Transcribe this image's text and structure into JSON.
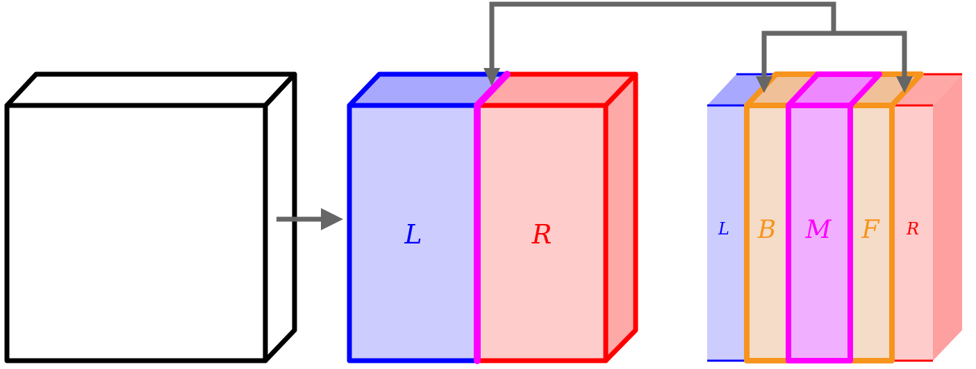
{
  "labels": {
    "left": "L",
    "right": "R",
    "back": "B",
    "middle": "M",
    "front": "F",
    "left_small": "L",
    "right_small": "R"
  },
  "colors": {
    "outline": "#000000",
    "arrow": "#666666",
    "left_stroke": "#0000ff",
    "left_fill": "#ccccff",
    "left_top": "#a8a8ff",
    "right_stroke": "#ff0000",
    "right_fill": "#ffcccc",
    "right_top": "#ffa8a8",
    "middle_stroke": "#ff00ff",
    "middle_fill": "#f0b0ff",
    "middle_top": "#ee88ff",
    "band_stroke": "#f7941d",
    "band_fill": "#f4dcc8",
    "band_top": "#f0c098"
  }
}
